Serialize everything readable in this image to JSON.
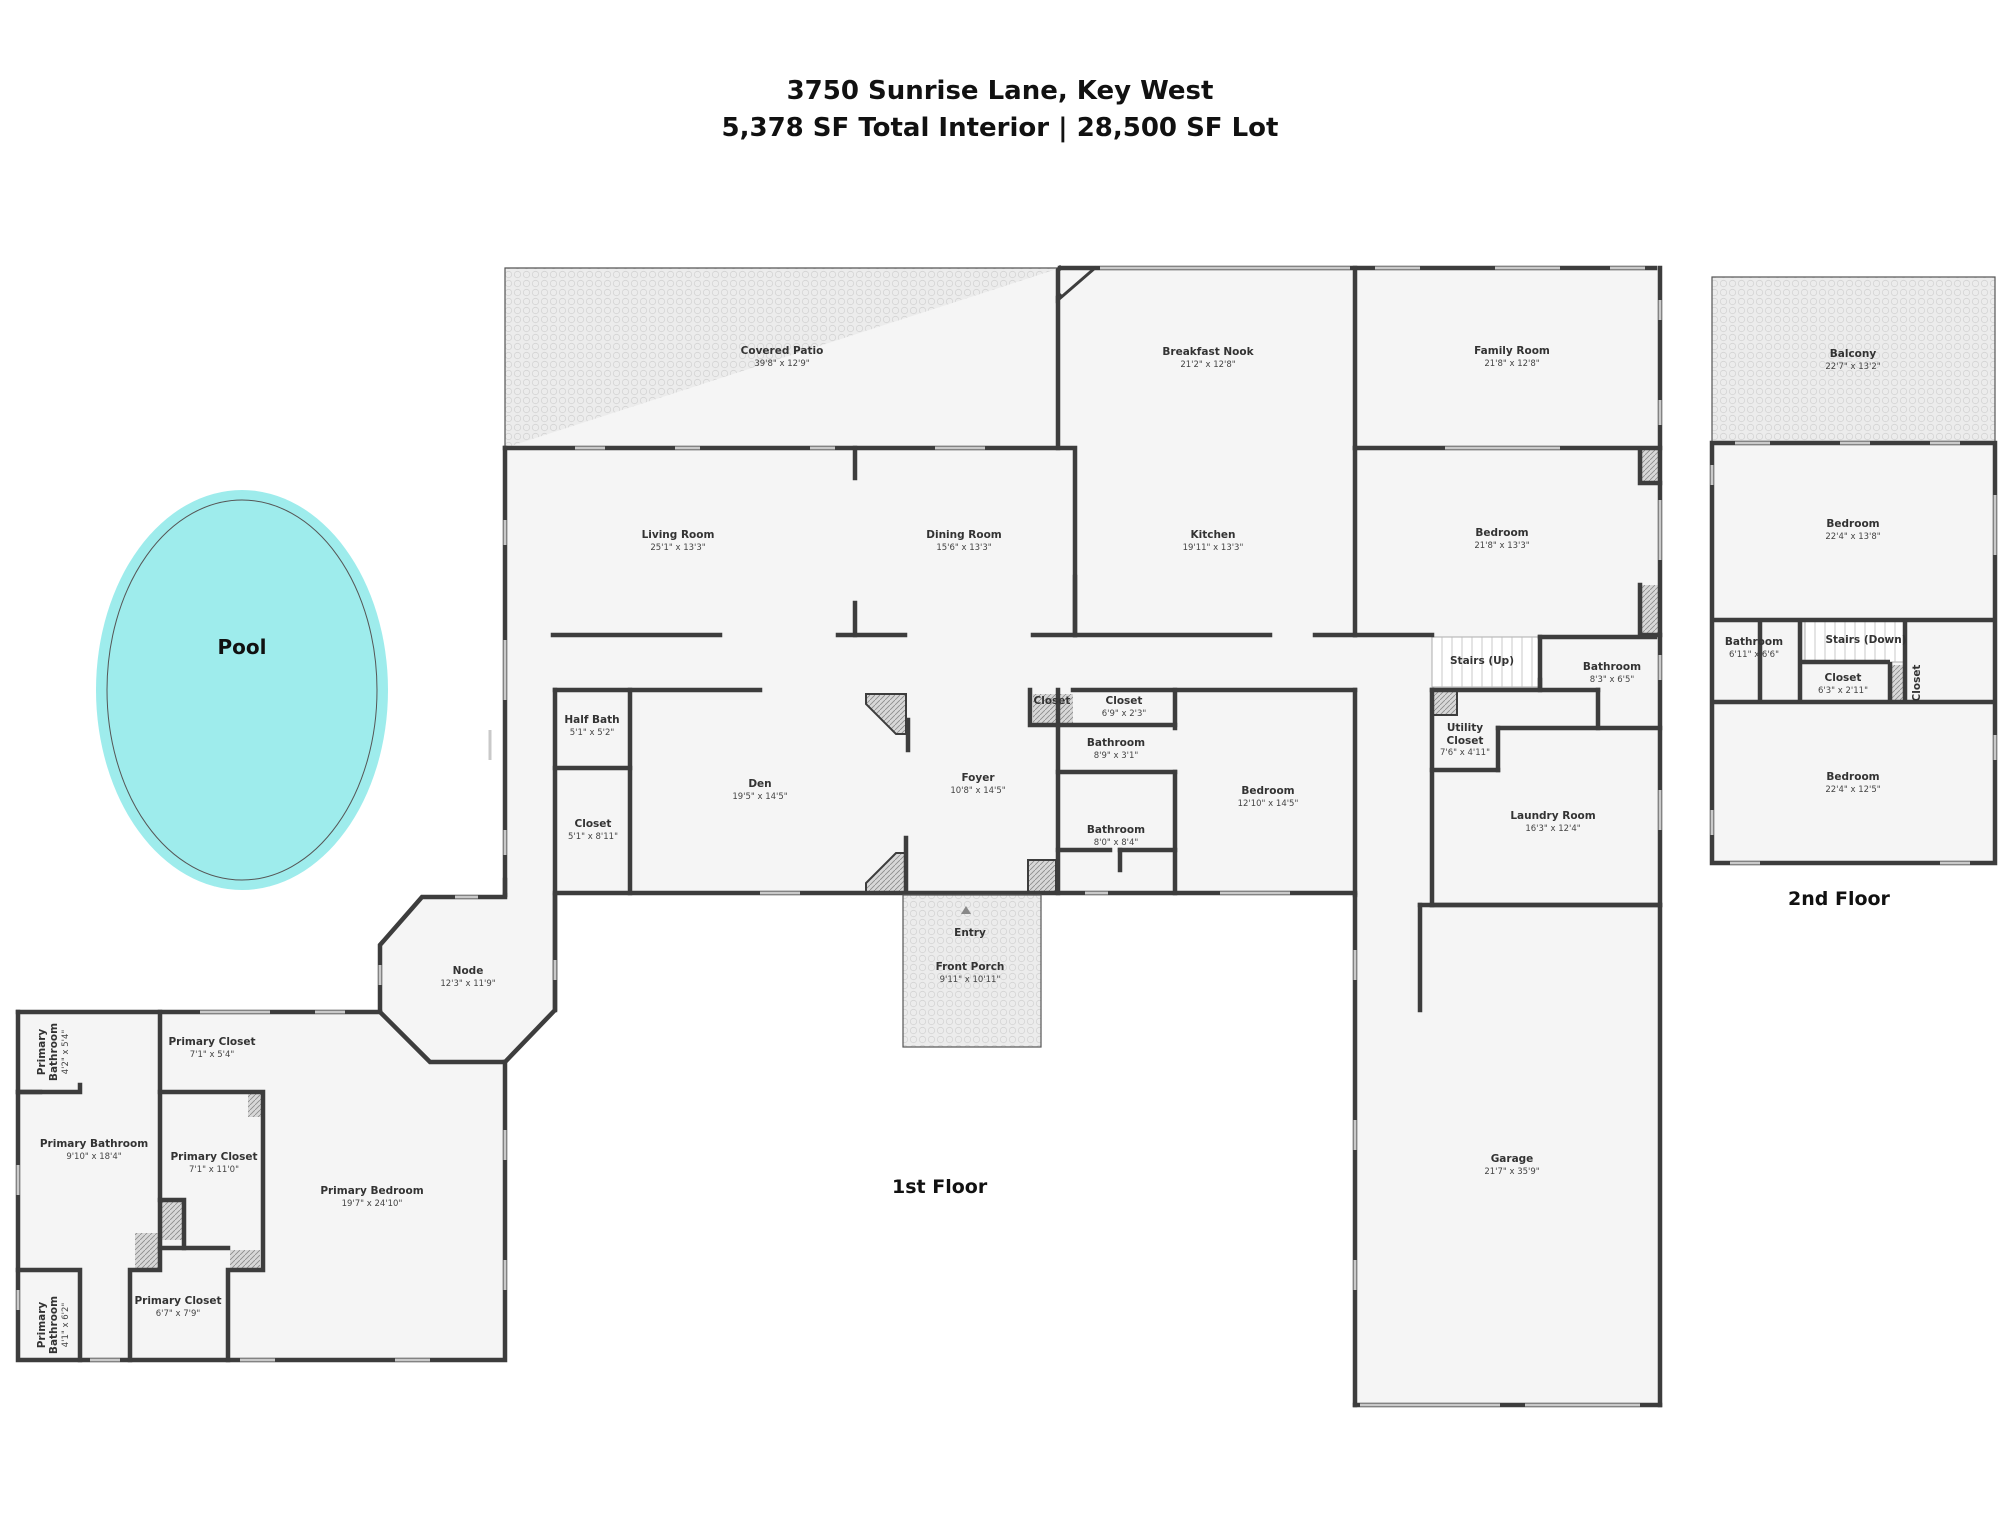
{
  "title": {
    "line1": "3750 Sunrise Lane, Key West",
    "line2": "5,378 SF Total Interior | 28,500 SF Lot"
  },
  "floors": {
    "first": "1st Floor",
    "second": "2nd Floor"
  },
  "pool": {
    "label": "Pool",
    "color": "#9eecec"
  },
  "colors": {
    "wall": "#3d3d3d",
    "floor": "#f5f5f5",
    "patio": "#ebebeb",
    "window": "#d0d0d0"
  },
  "entry": {
    "label": "Entry"
  },
  "rooms": [
    {
      "name": "Covered Patio",
      "dim": "39'8\" x 12'9\""
    },
    {
      "name": "Breakfast Nook",
      "dim": "21'2\" x 12'8\""
    },
    {
      "name": "Family Room",
      "dim": "21'8\" x 12'8\""
    },
    {
      "name": "Living Room",
      "dim": "25'1\" x 13'3\""
    },
    {
      "name": "Dining Room",
      "dim": "15'6\" x 13'3\""
    },
    {
      "name": "Kitchen",
      "dim": "19'11\" x 13'3\""
    },
    {
      "name": "Bedroom",
      "dim": "21'8\" x 13'3\""
    },
    {
      "name": "Stairs (Up)",
      "dim": ""
    },
    {
      "name": "Bathroom",
      "dim": "8'3\" x 6'5\""
    },
    {
      "name": "Half Bath",
      "dim": "5'1\" x 5'2\""
    },
    {
      "name": "Den",
      "dim": "19'5\" x 14'5\""
    },
    {
      "name": "Foyer",
      "dim": "10'8\" x 14'5\""
    },
    {
      "name": "Closet",
      "dim": ""
    },
    {
      "name": "Closet",
      "dim": "6'9\" x 2'3\""
    },
    {
      "name": "Bathroom",
      "dim": "8'9\" x 3'1\""
    },
    {
      "name": "Bedroom",
      "dim": "12'10\" x 14'5\""
    },
    {
      "name": "Utility Closet",
      "dim": "7'6\" x 4'11\""
    },
    {
      "name": "Laundry Room",
      "dim": "16'3\" x 12'4\""
    },
    {
      "name": "Closet",
      "dim": "5'1\" x 8'11\""
    },
    {
      "name": "Bathroom",
      "dim": "8'0\" x 8'4\""
    },
    {
      "name": "Front Porch",
      "dim": "9'11\" x 10'11\""
    },
    {
      "name": "Node",
      "dim": "12'3\" x 11'9\""
    },
    {
      "name": "Garage",
      "dim": "21'7\" x 35'9\""
    },
    {
      "name": "Primary Bathroom",
      "dim": "4'2\" x 5'4\""
    },
    {
      "name": "Primary Closet",
      "dim": "7'1\" x 5'4\""
    },
    {
      "name": "Primary Bathroom",
      "dim": "9'10\" x 18'4\""
    },
    {
      "name": "Primary Closet",
      "dim": "7'1\" x 11'0\""
    },
    {
      "name": "Primary Bedroom",
      "dim": "19'7\" x 24'10\""
    },
    {
      "name": "Primary Closet",
      "dim": "6'7\" x 7'9\""
    },
    {
      "name": "Primary Bathroom",
      "dim": "4'1\" x 6'2\""
    },
    {
      "name": "Balcony",
      "dim": "22'7\" x 13'2\""
    },
    {
      "name": "Bedroom",
      "dim": "22'4\" x 13'8\""
    },
    {
      "name": "Bathroom",
      "dim": "6'11\" x 6'6\""
    },
    {
      "name": "Stairs (Down)",
      "dim": ""
    },
    {
      "name": "Closet",
      "dim": "6'3\" x 2'11\""
    },
    {
      "name": "Closet",
      "dim": ""
    },
    {
      "name": "Bedroom",
      "dim": "22'4\" x 12'5\""
    }
  ]
}
